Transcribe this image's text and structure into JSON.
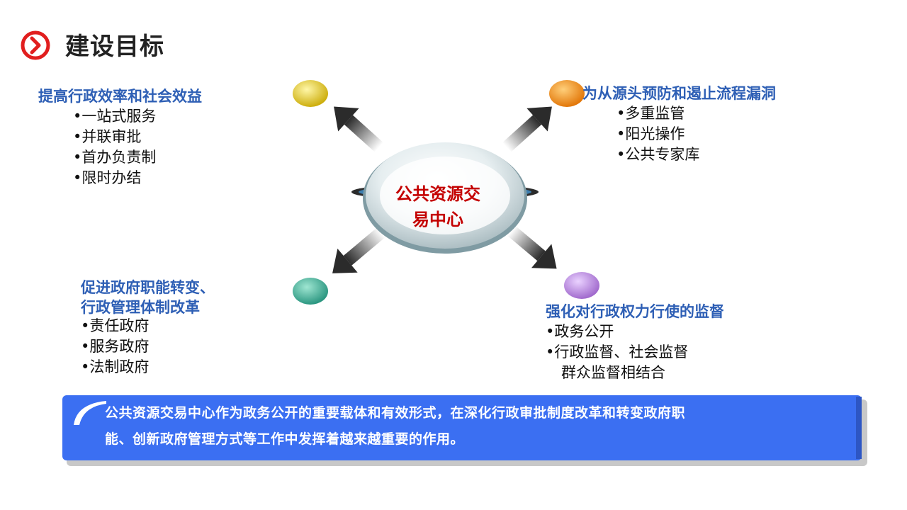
{
  "page": {
    "title": "建设目标",
    "title_icon": "chevron-right-circle-icon"
  },
  "center": {
    "line1": "公共资源交",
    "line2": "易中心"
  },
  "nodes": {
    "top_left": {
      "color": "#e8c92e",
      "heading": "提高行政效率和社会效益",
      "items": [
        "•一站式服务",
        "•并联审批",
        "•首办负责制",
        "•限时办结"
      ]
    },
    "top_right": {
      "color": "#f08a00",
      "heading": "为从源头预防和遏止流程漏洞",
      "items": [
        "•多重监管",
        "•阳光操作",
        "•公共专家库"
      ]
    },
    "bottom_left": {
      "color": "#3aaa94",
      "heading_line1": "促进政府职能转变、",
      "heading_line2": "行政管理体制改革",
      "items": [
        "•责任政府",
        "•服务政府",
        "•法制政府"
      ]
    },
    "bottom_right": {
      "color": "#b07fd6",
      "heading": "强化对行政权力行使的监督",
      "items": [
        "•政务公开",
        "•行政监督、社会监督",
        "群众监督相结合"
      ]
    }
  },
  "banner": {
    "color": "#3b6ff2",
    "line1": "公共资源交易中心作为政务公开的重要载体和有效形式，在深化行政审批制度改革和转变政府职",
    "line2": "能、创新政府管理方式等工作中发挥着越来越重要的作用。"
  }
}
